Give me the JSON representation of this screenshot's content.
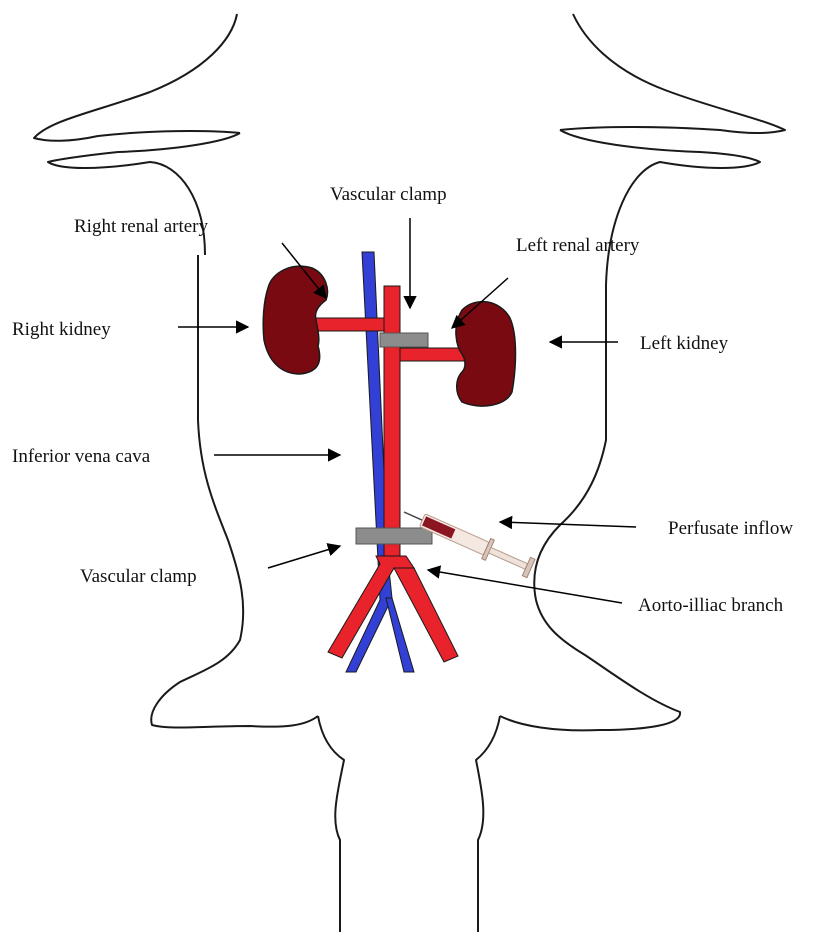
{
  "colors": {
    "artery": "#e8232b",
    "vein": "#3340d6",
    "kidney": "#7a0a12",
    "clamp": "#8c8c8c",
    "outline": "#1a1a1a",
    "arrow": "#000000"
  },
  "labels": {
    "vascular_clamp_top": "Vascular clamp",
    "right_renal_artery": "Right renal artery",
    "left_renal_artery": "Left renal artery",
    "right_kidney": "Right kidney",
    "left_kidney": "Left kidney",
    "inferior_vena_cava": "Inferior vena cava",
    "perfusate_inflow": "Perfusate inflow",
    "vascular_clamp_bottom": "Vascular clamp",
    "aorto_illiac_branch": "Aorto-illiac  branch"
  },
  "icons": {
    "syringe": "syringe-icon"
  }
}
